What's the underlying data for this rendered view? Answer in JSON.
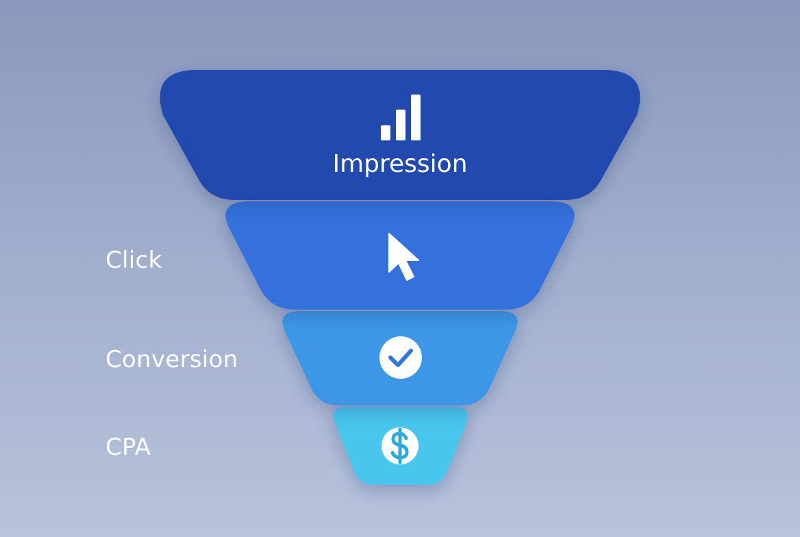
{
  "stages": [
    {
      "label": "Impression",
      "icon": "bar-chart-icon",
      "color": "#2249ae"
    },
    {
      "label": "Click",
      "icon": "cursor-icon",
      "color": "#3571dc"
    },
    {
      "label": "Conversion",
      "icon": "check-circle-icon",
      "color": "#3e97e6"
    },
    {
      "label": "CPA",
      "icon": "dollar-circle-icon",
      "color": "#4ac6ee"
    }
  ]
}
